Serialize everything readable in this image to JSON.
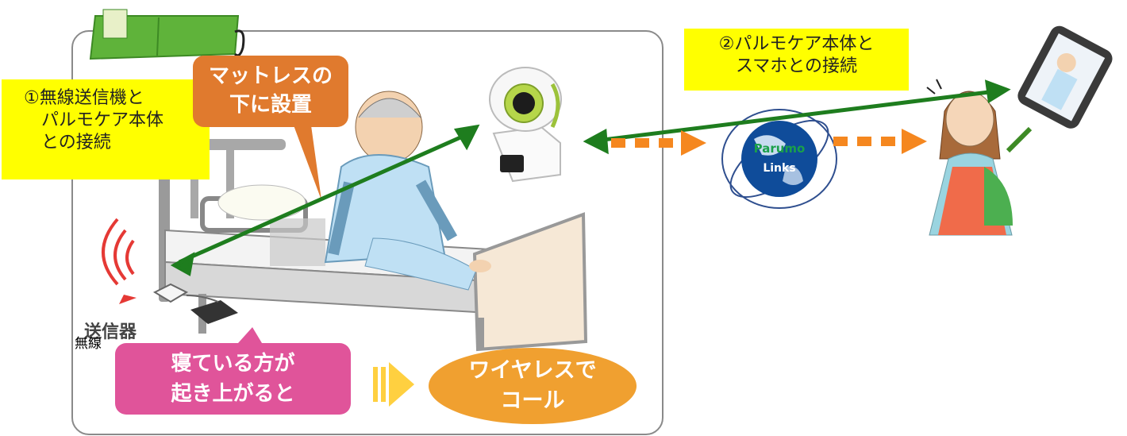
{
  "labels": {
    "step1": [
      "①無線送信機と",
      "パルモケア本体",
      "との接続"
    ],
    "step2": [
      "②パルモケア本体と",
      "スマホとの接続"
    ],
    "mattress_note": [
      "マットレスの",
      "下に設置"
    ],
    "sender_text": "送信器",
    "wireless_text": "無線",
    "trigger": [
      "寝ている方が",
      "起き上がると"
    ],
    "result": [
      "ワイヤレスで",
      "コール"
    ]
  },
  "globe": {
    "line1": "Parumo",
    "line2": "Links"
  },
  "colors": {
    "frame_border": "#8a8a8a",
    "highlight_yellow": "#ffff00",
    "connection_green": "#1e7d1e",
    "dotted_orange": "#f5871f",
    "mattress_bubble": "#e07a2e",
    "trigger_bubble": "#e0549a",
    "result_bubble": "#f0a030"
  }
}
